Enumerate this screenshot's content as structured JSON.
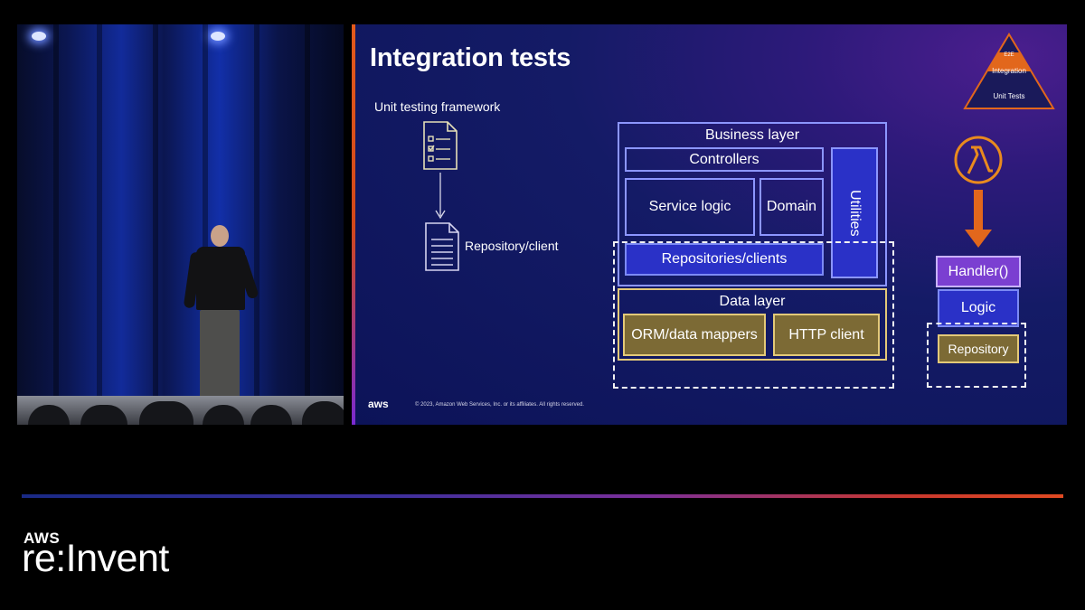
{
  "slide": {
    "title": "Integration tests",
    "left_diagram": {
      "framework_label": "Unit testing framework",
      "repository_label": "Repository/client"
    },
    "architecture": {
      "business_layer": "Business layer",
      "controllers": "Controllers",
      "service_logic": "Service logic",
      "domain": "Domain",
      "utilities": "Utilities",
      "repositories_clients": "Repositories/clients",
      "data_layer": "Data layer",
      "orm_mappers": "ORM/data mappers",
      "http_client": "HTTP client"
    },
    "lambda_stack": {
      "handler": "Handler()",
      "logic": "Logic",
      "repository": "Repository"
    },
    "pyramid": {
      "top": "E2E",
      "middle": "Integration",
      "bottom": "Unit Tests"
    },
    "footer": {
      "aws_logo": "aws",
      "copyright": "© 2023, Amazon Web Services, Inc. or its affiliates. All rights reserved."
    }
  },
  "branding": {
    "aws": "AWS",
    "reinvent": "re:Invent"
  },
  "colors": {
    "accent_orange": "#e2671c",
    "filled_blue": "#2a31c7",
    "gold": "#7c6a35",
    "handler_purple": "#7b3fd1"
  },
  "icons": {
    "checklist": "checklist-document-icon",
    "document": "document-icon",
    "lambda": "aws-lambda-icon"
  }
}
